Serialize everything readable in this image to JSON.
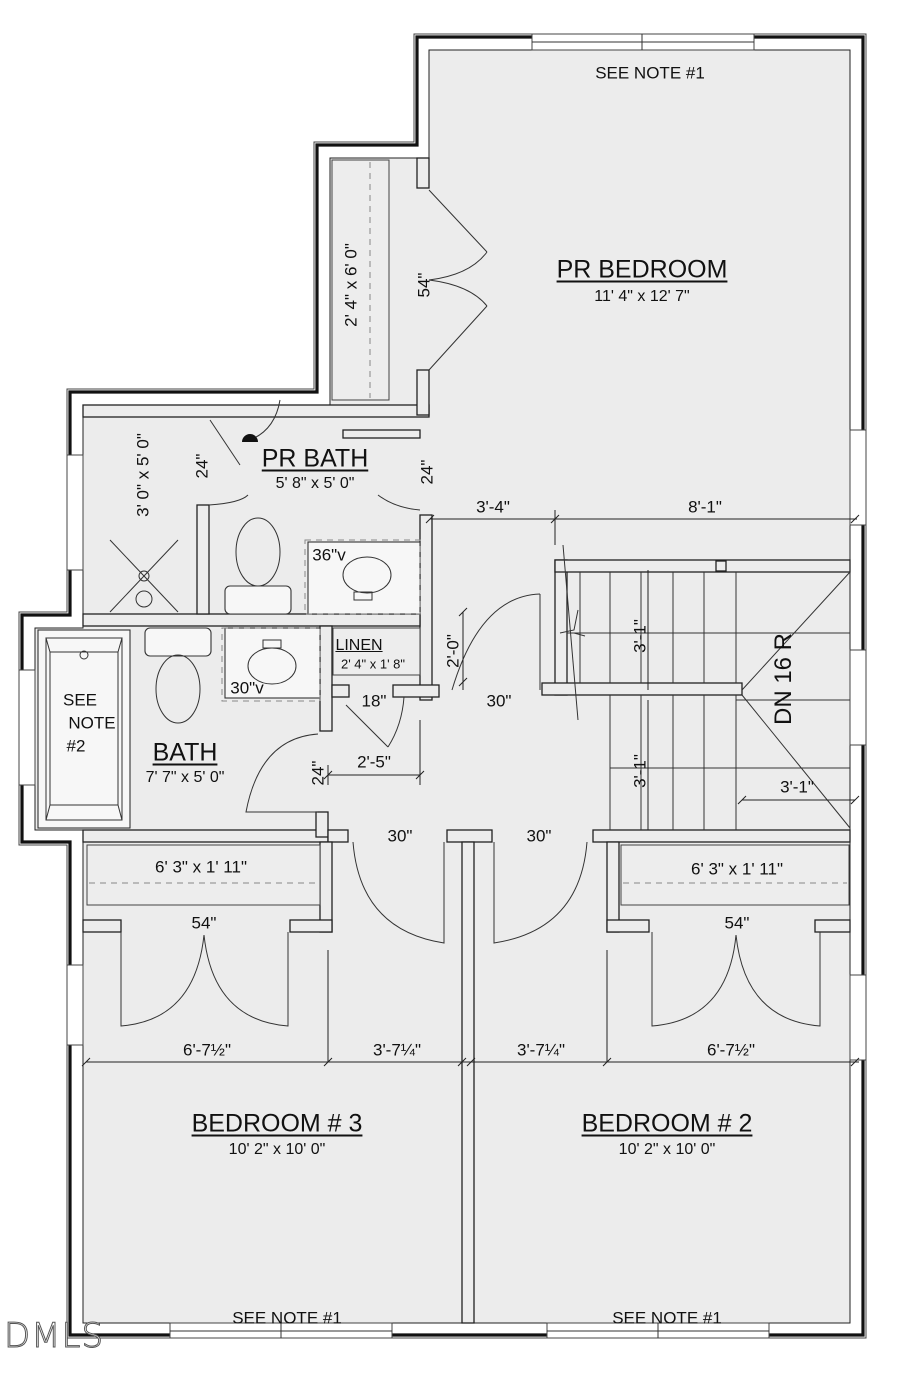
{
  "plan": {
    "type": "second-floor plan",
    "rooms": [
      {
        "id": "pr_bedroom",
        "name": "PR BEDROOM",
        "size": "11' 4\" x 12' 7\"",
        "note": "SEE NOTE #1"
      },
      {
        "id": "pr_bath",
        "name": "PR BATH",
        "size": "5' 8\" x 5' 0\""
      },
      {
        "id": "bath",
        "name": "BATH",
        "size": "7' 7\" x 5' 0\"",
        "note": "SEE NOTE #2"
      },
      {
        "id": "linen",
        "name": "LINEN",
        "size": "2' 4\" x 1' 8\""
      },
      {
        "id": "bedroom3",
        "name": "BEDROOM # 3",
        "size": "10' 2\" x 10' 0\"",
        "note": "SEE NOTE #1"
      },
      {
        "id": "bedroom2",
        "name": "BEDROOM # 2",
        "size": "10' 2\" x 10' 0\"",
        "note": "SEE NOTE #1"
      }
    ],
    "closets": {
      "pr_closet": "2' 4\" x 6' 0\"",
      "bed3_closet": "6' 3\" x 1' 11\"",
      "bed2_closet": "6' 3\" x 1' 11\"",
      "shower": "3' 0\" x 5' 0\""
    },
    "notes": {
      "note1": "SEE NOTE #1",
      "note2_line1": "SEE",
      "note2_line2": "NOTE",
      "note2_line3": "#2"
    },
    "stairs": {
      "label": "DN 16 R"
    },
    "vanities": {
      "pr_bath": "36\"v",
      "bath": "30\"v"
    },
    "doors": {
      "pr_closet_door": "54\"",
      "pr_bath_shower_door": "24\"",
      "pr_bath_entry": "24\"",
      "hall_door": "30\"",
      "linen_door": "18\"",
      "bath_door": "24\"",
      "bed3_door": "30\"",
      "bed2_door": "30\"",
      "bed3_closet_door": "54\"",
      "bed2_closet_door": "54\""
    },
    "dimensions": {
      "hall_width": "3'-4\"",
      "stair_run": "8'-1\"",
      "hall_2_0": "2'-0\"",
      "stair_w1": "3'-1\"",
      "stair_w2": "3'-1\"",
      "stair_w3": "3'-1\"",
      "linen_2_5": "2'-5\"",
      "bed3_left": "6'-7½\"",
      "bed3_right": "3'-7¼\"",
      "bed2_left": "3'-7¼\"",
      "bed2_right": "6'-7½\""
    }
  },
  "watermark": "DMLS"
}
